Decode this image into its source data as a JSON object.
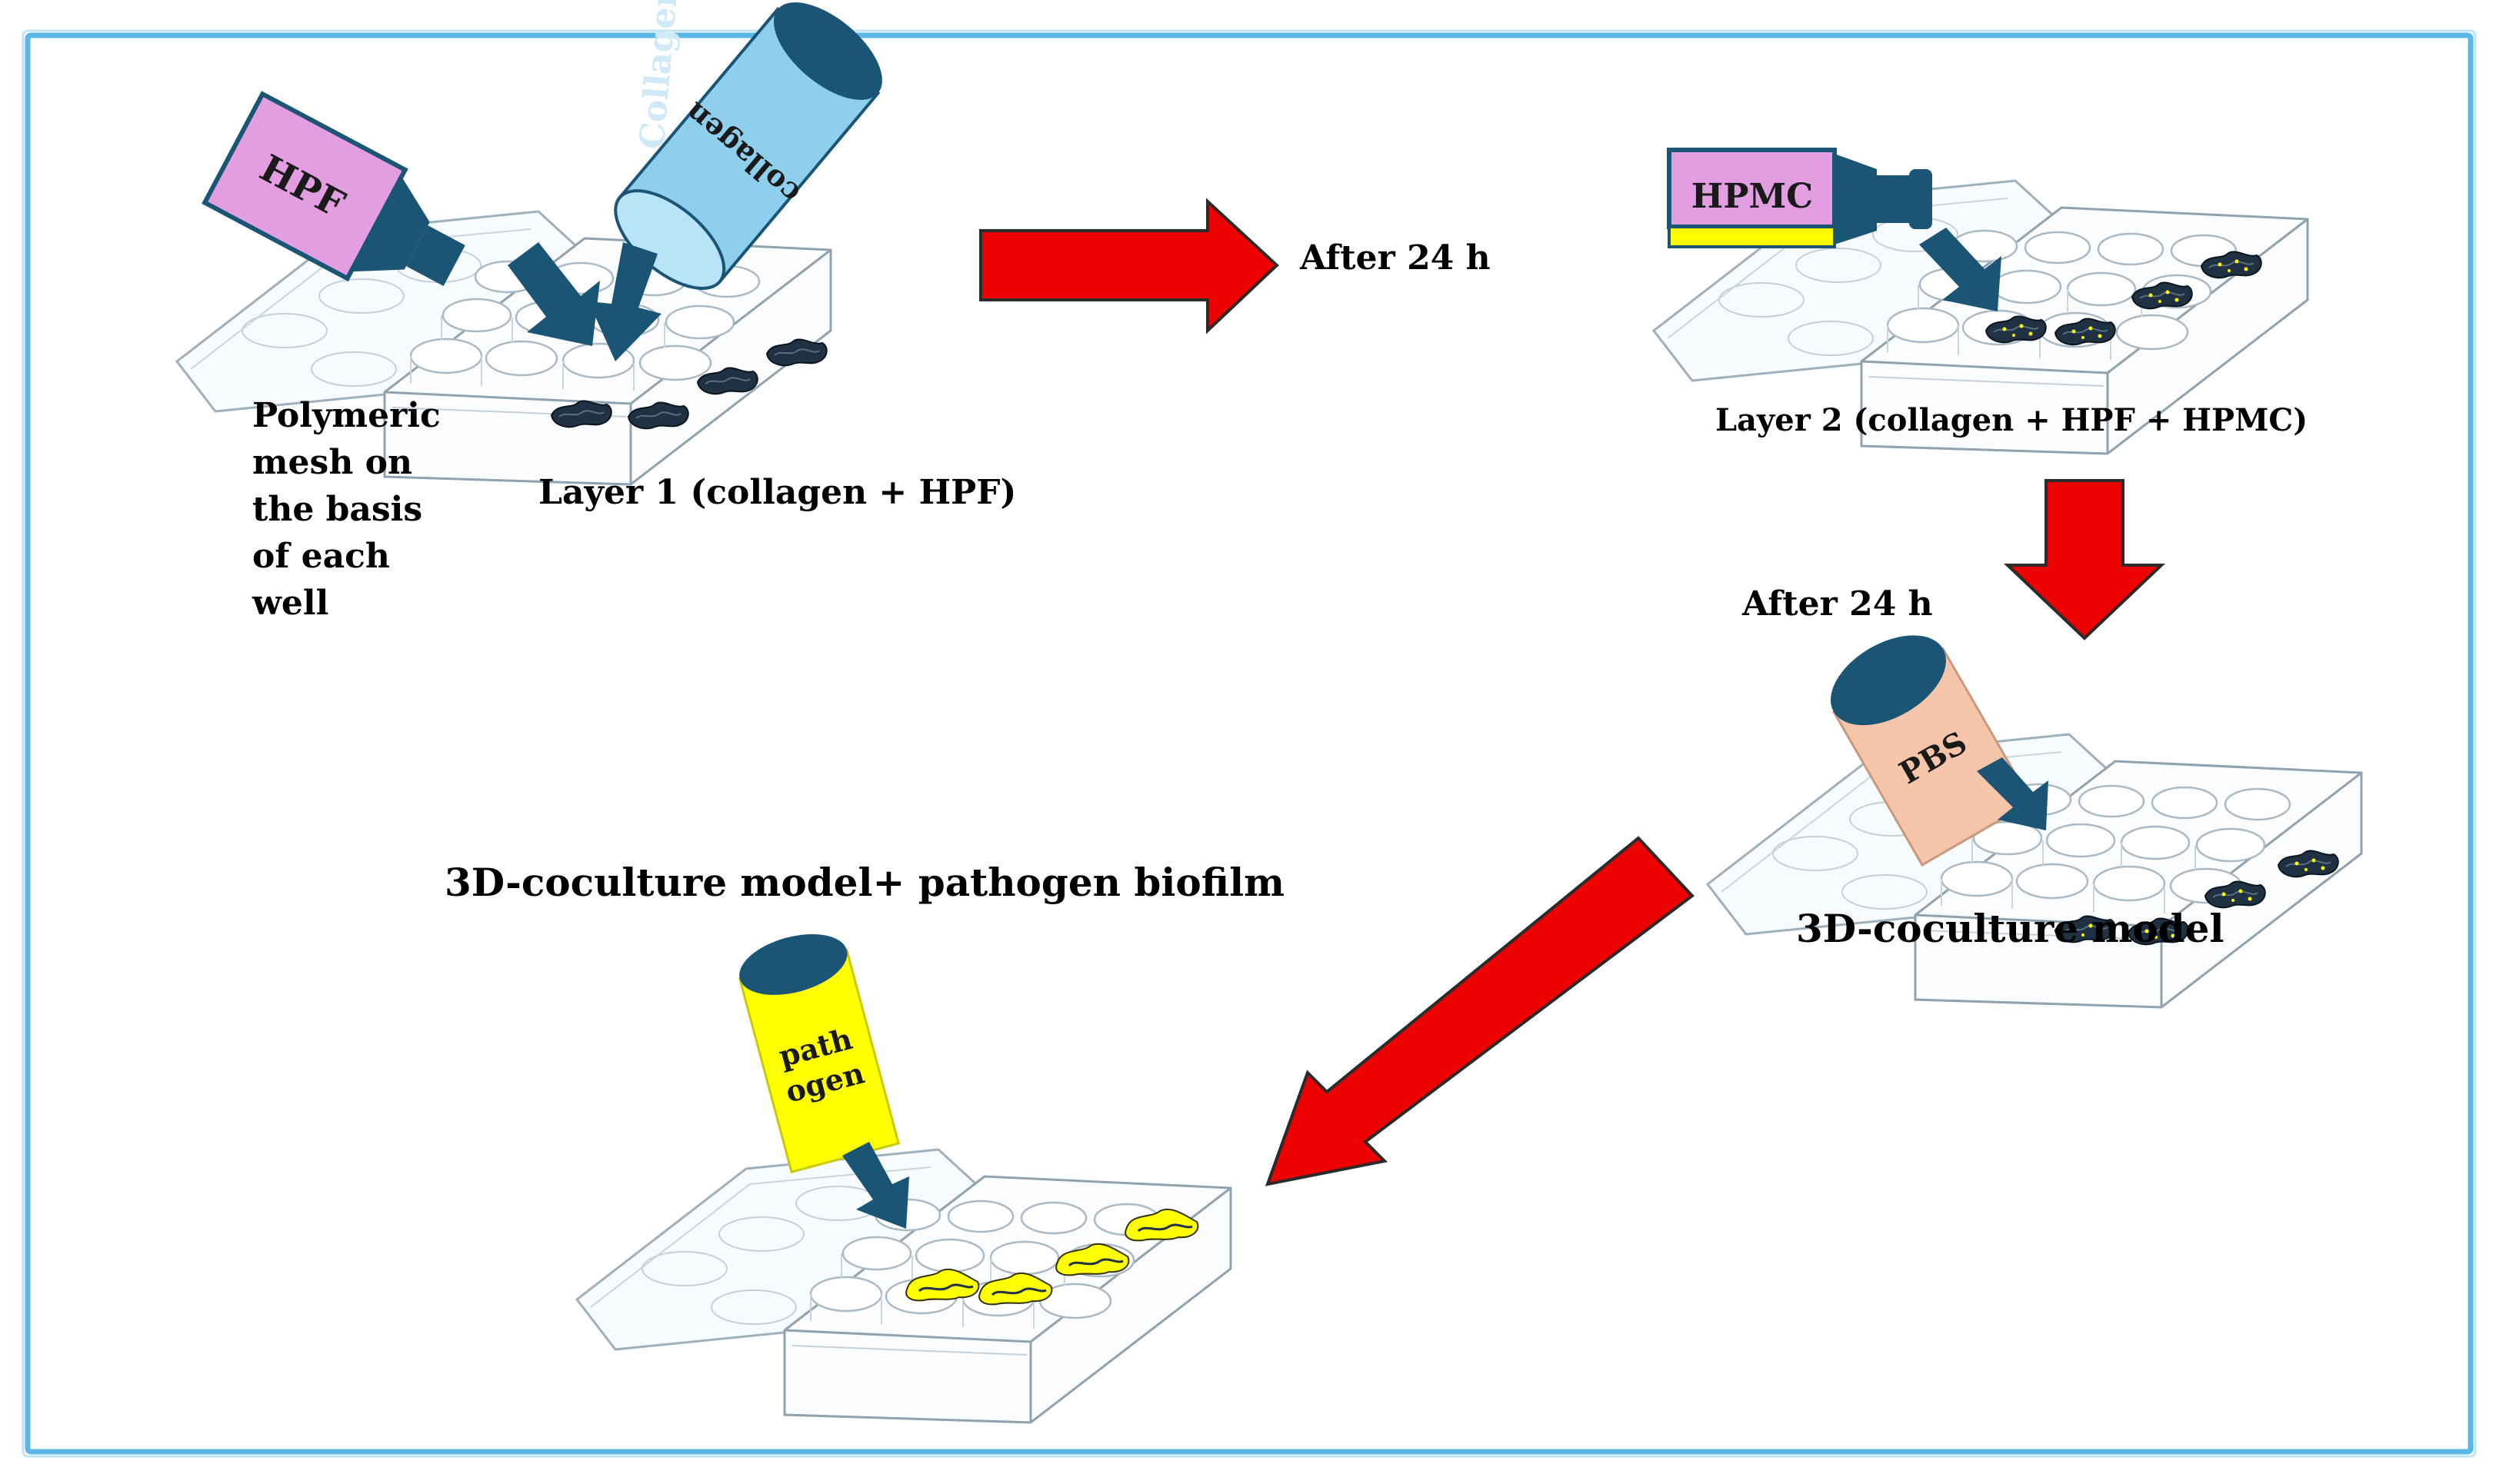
{
  "labels": {
    "hpf": "HPF",
    "collagen_stream": "collagen",
    "collagen_label": "Collagen I",
    "mesh_lines": [
      "Polymeric",
      "mesh on",
      "the basis",
      "of each",
      "well"
    ],
    "layer1": "Layer 1 (collagen + HPF)",
    "after24_top": "After 24 h",
    "hpmc": "HPMC",
    "layer2": "Layer 2 (collagen + HPF + HPMC)",
    "after24_right": "After 24 h",
    "pbs": "PBS",
    "model": "3D-coculture model",
    "model_biofilm": "3D-coculture model+ pathogen biofilm",
    "pathogen": "pathogen"
  },
  "colors": {
    "frame": "#5bb8e6",
    "red_arrow": "#ee0000",
    "dark_arrow": "#1d5373",
    "hpf_fill": "#e29ee0",
    "collagen_fill": "#8ecfee",
    "hpmc_fill": "#e29ee0",
    "hpmc_base": "#ffff00",
    "pbs_fill": "#f6c4a8",
    "pathogen_fill": "#ffff00",
    "bottle_dark": "#1b5575"
  },
  "icons": [
    "well-plate-icon",
    "bottle-icon",
    "tube-icon",
    "arrow-icon"
  ]
}
